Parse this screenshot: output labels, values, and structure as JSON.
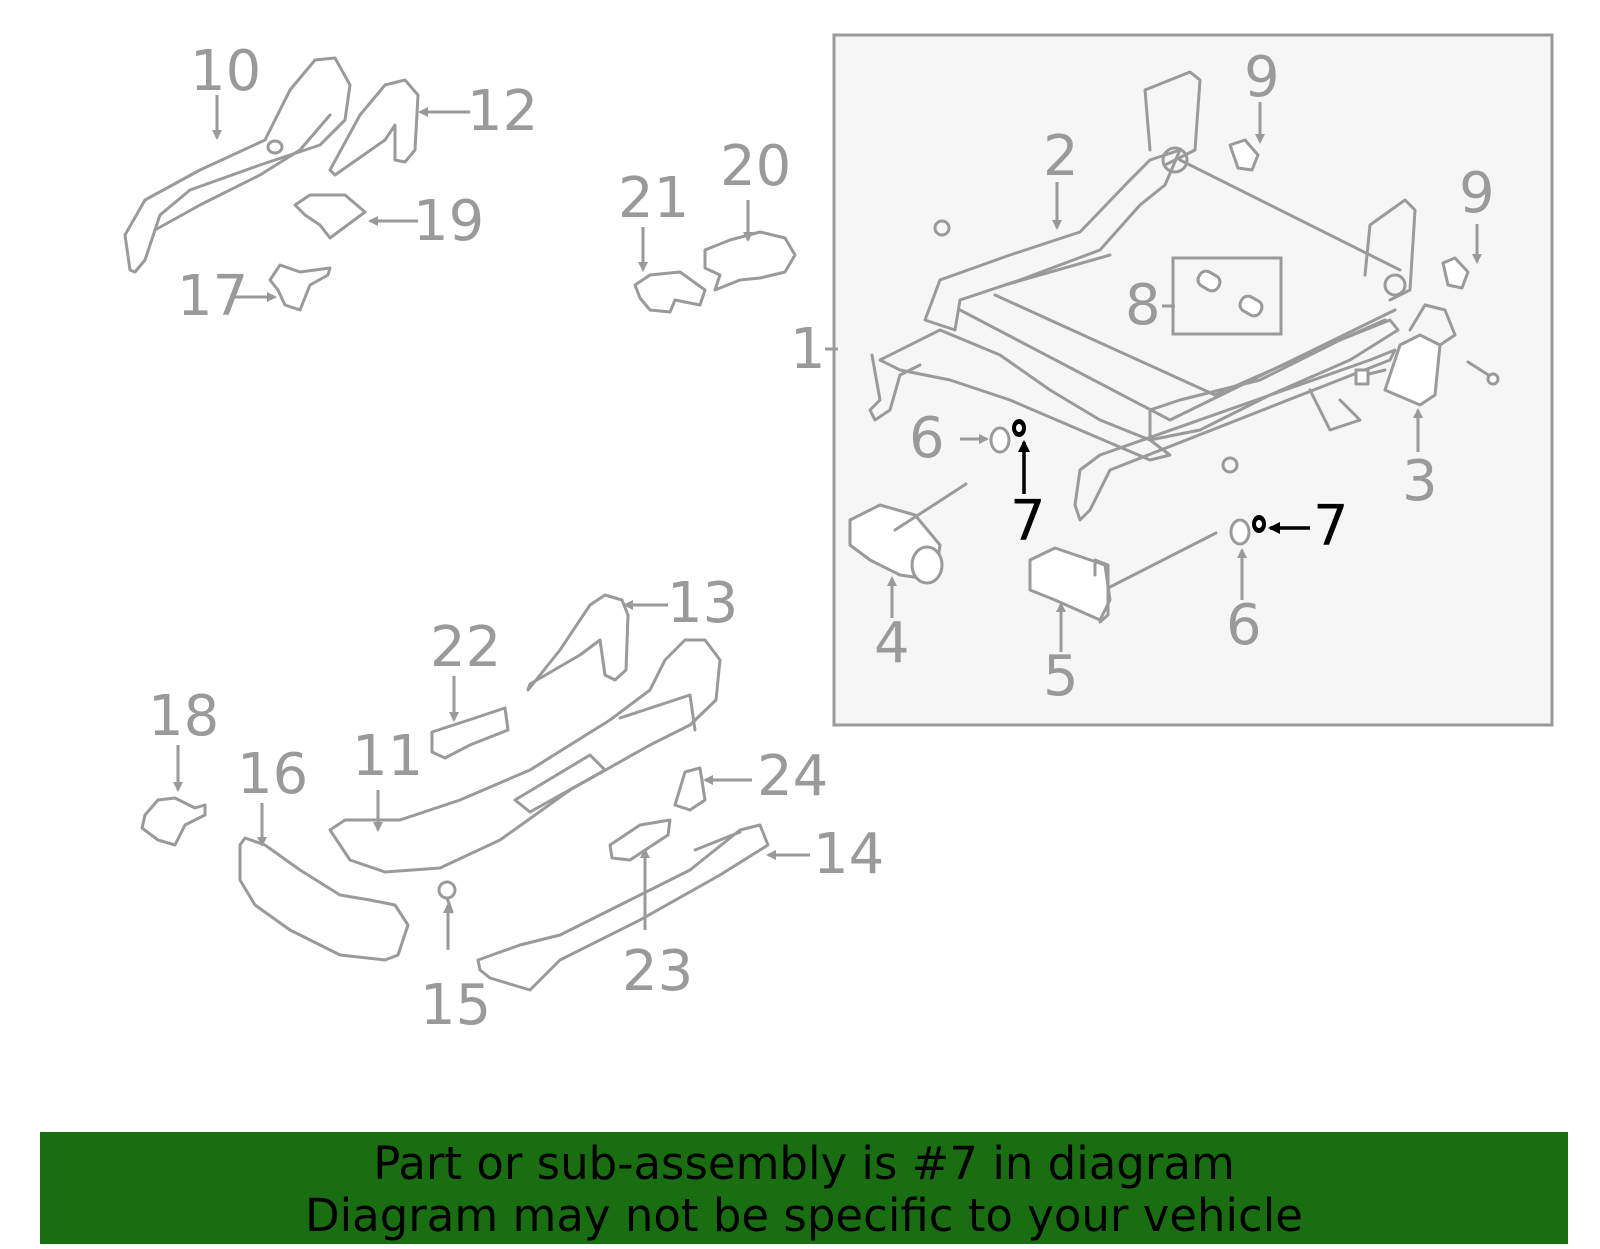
{
  "colors": {
    "part_stroke": "#9a9a9a",
    "highlight": "#000000",
    "inset_background": "#f6f6f6",
    "banner_background": "#1a6e12"
  },
  "callouts": {
    "c1": "1",
    "c2": "2",
    "c3": "3",
    "c4": "4",
    "c5": "5",
    "c6a": "6",
    "c6b": "6",
    "c7a": "7",
    "c7b": "7",
    "c8": "8",
    "c9a": "9",
    "c9b": "9",
    "c10": "10",
    "c11": "11",
    "c12": "12",
    "c13": "13",
    "c14": "14",
    "c15": "15",
    "c16": "16",
    "c17": "17",
    "c18": "18",
    "c19": "19",
    "c20": "20",
    "c21": "21",
    "c22": "22",
    "c23": "23",
    "c24": "24"
  },
  "highlighted_part": "7",
  "banner": {
    "line1": "Part or sub-assembly is #7 in diagram",
    "line2": "Diagram may not be specific to your vehicle"
  }
}
